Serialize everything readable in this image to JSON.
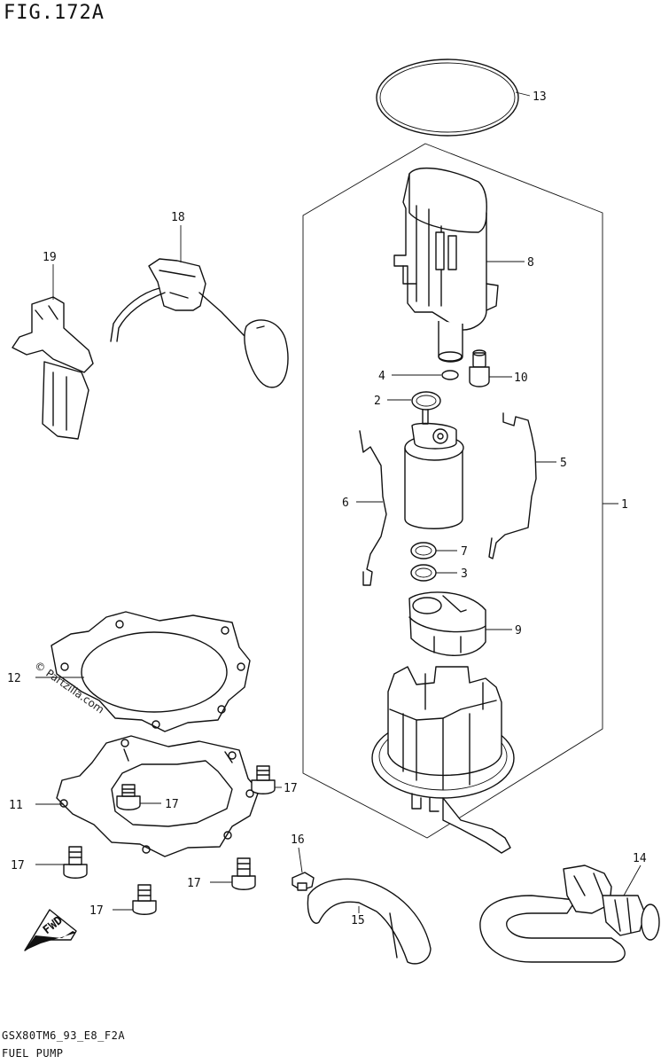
{
  "figure": {
    "title": "FIG.172A",
    "drawing_code": "GSX80TM6_93_E8_F2A",
    "part_name": "FUEL PUMP"
  },
  "watermark": "© Partzilla.com",
  "fwd_label": "FWD",
  "callouts": {
    "c1": "1",
    "c2": "2",
    "c3": "3",
    "c4": "4",
    "c5": "5",
    "c6": "6",
    "c7": "7",
    "c8": "8",
    "c9": "9",
    "c10": "10",
    "c11": "11",
    "c12": "12",
    "c13": "13",
    "c14": "14",
    "c15": "15",
    "c16": "16",
    "c17a": "17",
    "c17b": "17",
    "c17c": "17",
    "c17d": "17",
    "c17e": "17",
    "c18": "18",
    "c19": "19"
  }
}
